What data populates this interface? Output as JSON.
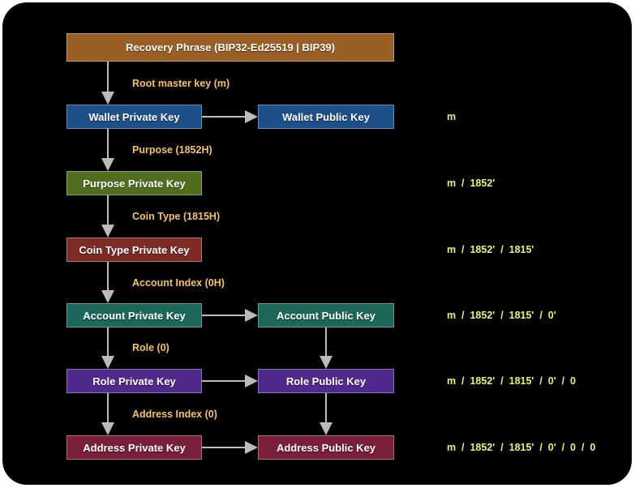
{
  "nodes": {
    "recovery": "Recovery Phrase (BIP32-Ed25519 | BIP39)",
    "wallet_private": "Wallet Private Key",
    "wallet_public": "Wallet Public Key",
    "purpose_private": "Purpose Private Key",
    "coin_private": "Coin Type Private Key",
    "account_private": "Account Private Key",
    "account_public": "Account Public Key",
    "role_private": "Role Private Key",
    "role_public": "Role Public Key",
    "address_private": "Address Private Key",
    "address_public": "Address Public Key"
  },
  "edge_labels": {
    "root": "Root master key (m)",
    "purpose": "Purpose (1852H)",
    "coin": "Coin Type (1815H)",
    "account": "Account Index (0H)",
    "role": "Role (0)",
    "address": "Address Index (0)"
  },
  "paths": {
    "wallet": "m",
    "purpose": "m  /  1852'",
    "coin": "m  /  1852'  /  1815'",
    "account": "m  /  1852'  /  1815'  /  0'",
    "role": "m  /  1852'  /  1815'  /  0'  /  0",
    "address": "m  /  1852'  /  1815'  /  0'  /  0  /  0"
  },
  "colors": {
    "recovery": "#9a5f24",
    "wallet": "#1d4f89",
    "purpose": "#4f6f1f",
    "coin": "#7b2b24",
    "account": "#1d665a",
    "role": "#4f2a8c",
    "address": "#7a1f3b"
  }
}
